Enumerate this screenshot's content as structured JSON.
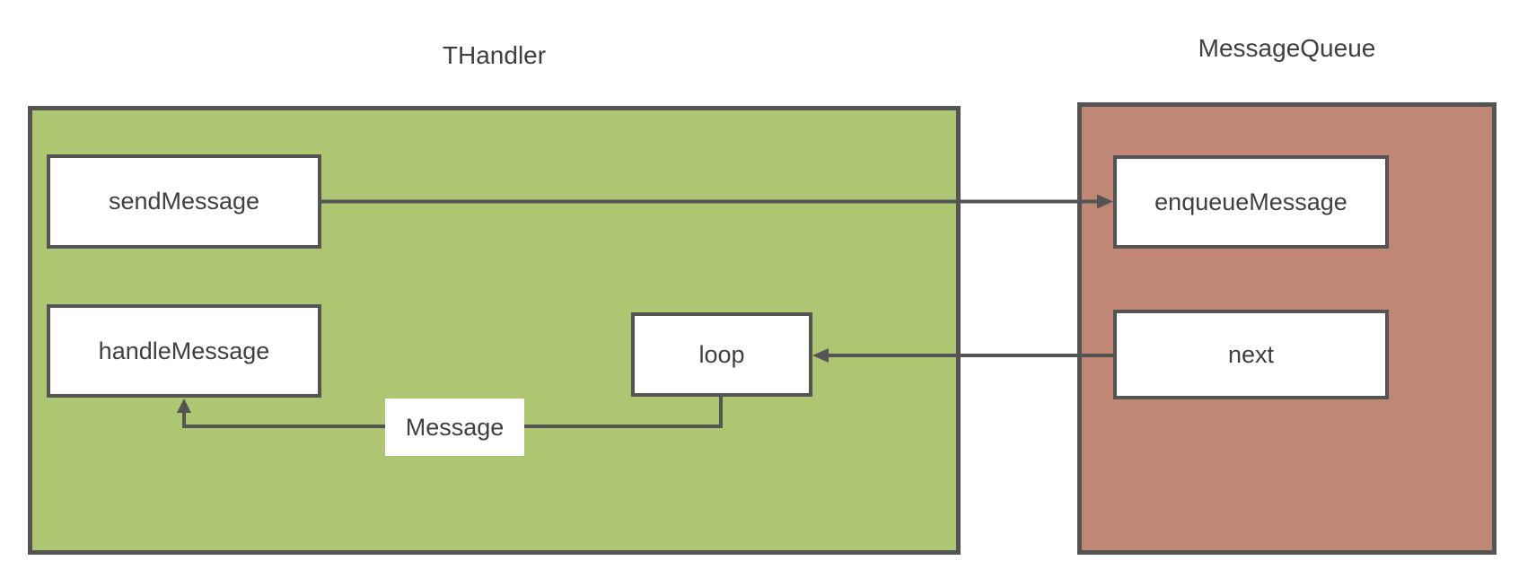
{
  "colors": {
    "thandler_fill": "#aec672",
    "messagequeue_fill": "#c08874",
    "node_fill": "#ffffff",
    "border": "#545454",
    "arrow": "#545454",
    "text": "#3f3f3f",
    "background": "#ffffff"
  },
  "thandler": {
    "title": "THandler",
    "nodes": {
      "send": "sendMessage",
      "handle": "handleMessage",
      "loop": "loop"
    }
  },
  "messagequeue": {
    "title": "MessageQueue",
    "nodes": {
      "enqueue": "enqueueMessage",
      "next": "next"
    }
  },
  "edges": {
    "send_to_enqueue": {
      "from": "sendMessage",
      "to": "enqueueMessage",
      "label": ""
    },
    "next_to_loop": {
      "from": "next",
      "to": "loop",
      "label": ""
    },
    "loop_to_handle": {
      "from": "loop",
      "to": "handleMessage",
      "label": "Message"
    }
  }
}
